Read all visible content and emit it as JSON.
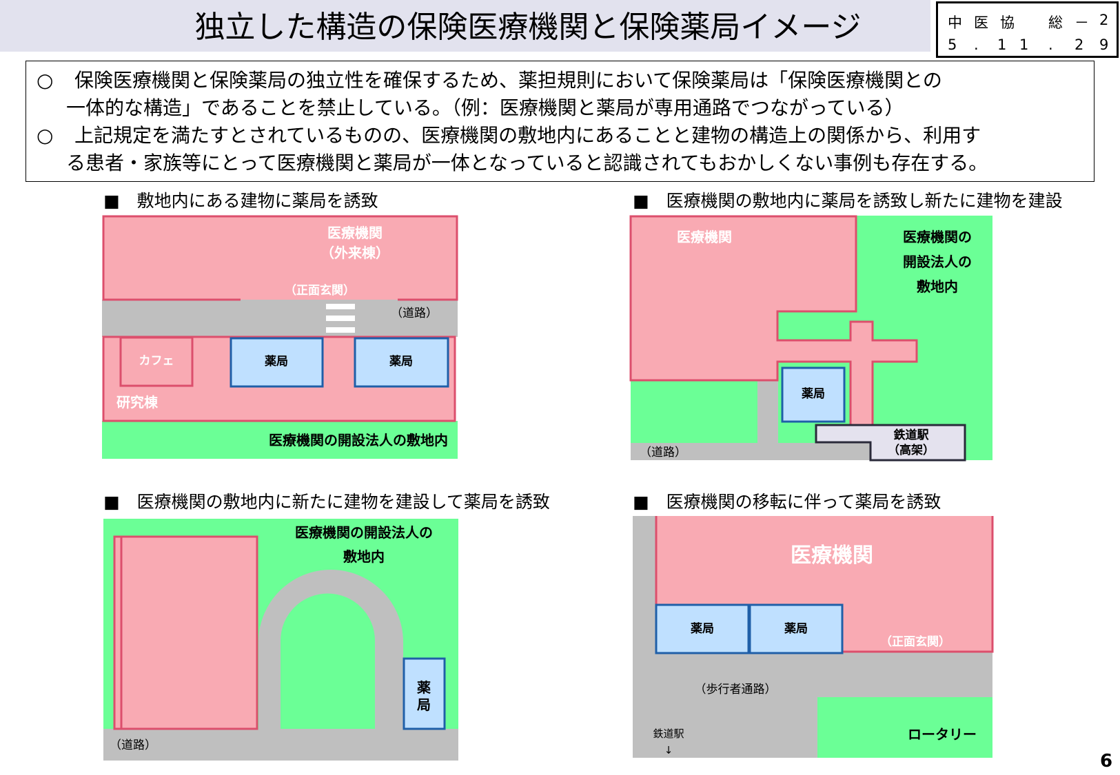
{
  "header": {
    "title": "独立した構造の保険医療機関と保険薬局イメージ",
    "code_line1": [
      "中",
      "医",
      "協",
      "総",
      "－",
      "2"
    ],
    "code_line2": [
      "5",
      ".",
      "1",
      "1",
      ".",
      "2",
      "9"
    ]
  },
  "intro": {
    "bullet": "○",
    "lines": [
      "保険医療機関と保険薬局の独立性を確保するため、薬担規則において保険薬局は「保険医療機関との",
      "一体的な構造」であることを禁止している。（例：医療機関と薬局が専用通路でつながっている）",
      "上記規定を満たすとされているものの、医療機関の敷地内にあることと建物の構造上の関係から、利用す",
      "る患者・家族等にとって医療機関と薬局が一体となっていると認識されてもおかしくない事例も存在する。"
    ]
  },
  "panel1": {
    "heading": "■　敷地内にある建物に薬局を誘致",
    "hospital": "医療機関",
    "hospital_sub": "（外来棟）",
    "entrance": "（正面玄関）",
    "road": "（道路）",
    "cafe": "カフェ",
    "pharmacy": "薬局",
    "lab": "研究棟",
    "site": "医療機関の開設法人の敷地内"
  },
  "panel2": {
    "heading": "■　医療機関の敷地内に薬局を誘致し新たに建物を建設",
    "hospital": "医療機関",
    "site": [
      "医療機関の",
      "開設法人の",
      "敷地内"
    ],
    "pharmacy": "薬局",
    "station": "鉄道駅",
    "station_sub": "（高架）",
    "road": "（道路）"
  },
  "panel3": {
    "heading": "■　医療機関の敷地内に新たに建物を建設して薬局を誘致",
    "site": [
      "医療機関の開設法人の",
      "敷地内"
    ],
    "pharmacy": [
      "薬",
      "局"
    ],
    "road": "（道路）"
  },
  "panel4": {
    "heading": "■　医療機関の移転に伴って薬局を誘致",
    "hospital": "医療機関",
    "pharmacy": "薬局",
    "entrance": "（正面玄関）",
    "walkway": "（歩行者通路）",
    "station": "鉄道駅",
    "arrow": "↓",
    "rotary": "ロータリー"
  },
  "page_number": "6",
  "colors": {
    "pink": "#f9aab3",
    "pink_border": "#dc4f6c",
    "green": "#6bff96",
    "gray": "#bfbfbf",
    "blue": "#bfe0ff",
    "blue_border": "#1f5fa8"
  }
}
